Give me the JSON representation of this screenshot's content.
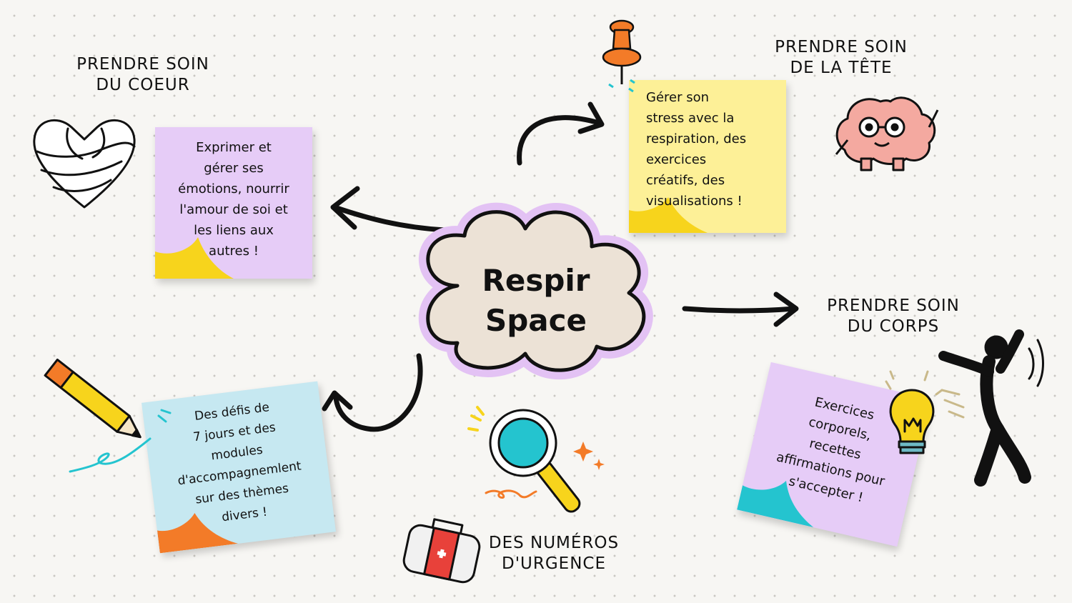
{
  "center": {
    "line1": "Respir",
    "line2": "Space"
  },
  "headings": {
    "coeur": [
      "PRENDRE SOIN",
      "DU COEUR"
    ],
    "tete": [
      "PRENDRE SOIN",
      "DE LA TÊTE"
    ],
    "corps": [
      "PRENDRE SOIN",
      "DU CORPS"
    ],
    "urgence": [
      "DES NUMÉROS",
      "D'URGENCE"
    ]
  },
  "notes": {
    "coeur": [
      "Exprimer et",
      "gérer ses",
      "émotions, nourrir",
      "l'amour de soi et",
      "les liens aux",
      "autres !"
    ],
    "tete": [
      "Gérer son",
      "stress avec la",
      "respiration, des",
      "exercices",
      "créatifs, des",
      "visualisations !"
    ],
    "defis": [
      "Des défis de",
      "7 jours et des",
      "modules",
      "d'accompagnemlent",
      "sur des thèmes",
      "divers !"
    ],
    "corps": [
      "Exercices",
      "corporels,",
      "recettes",
      "affirmations pour",
      "s'accepter !"
    ]
  },
  "colors": {
    "lavender": "#e6ccf7",
    "yellow_note": "#fdf097",
    "light_blue": "#c6e8f1",
    "cloud_fill": "#ece2d6",
    "cloud_glow": "#e3c2f4",
    "curl_yellow": "#f7d41c",
    "curl_orange": "#f37b28",
    "curl_teal": "#24c4cf"
  },
  "icons": [
    "heart-hug-icon",
    "pushpin-icon",
    "brain-icon",
    "pencil-icon",
    "magnifier-icon",
    "first-aid-kit-icon",
    "lightbulb-icon",
    "dancing-person-icon"
  ]
}
